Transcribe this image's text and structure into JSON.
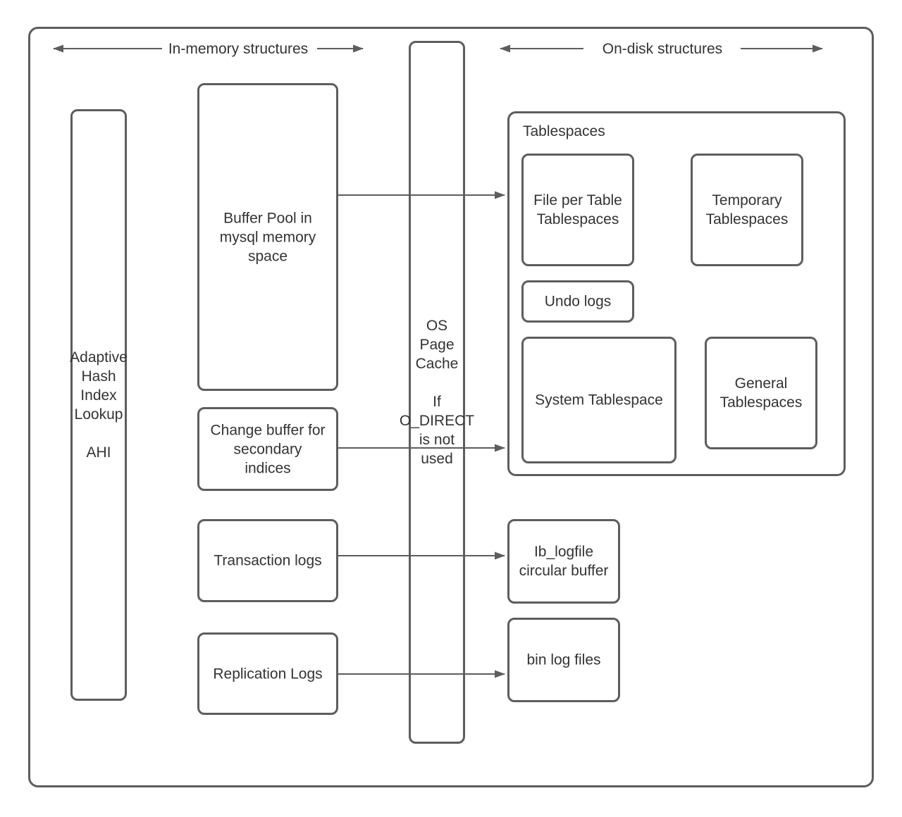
{
  "header": {
    "in_memory_label": "In-memory structures",
    "on_disk_label": "On-disk structures"
  },
  "boxes": {
    "ahi": "Adaptive\nHash\nIndex\nLookup\n\nAHI",
    "buffer_pool": "Buffer Pool in\nmysql memory\nspace",
    "change_buffer": "Change buffer for\nsecondary\nindices",
    "transaction_logs": "Transaction logs",
    "replication_logs": "Replication Logs",
    "os_page_cache": "OS\nPage\nCache\n\nIf\nO_DIRECT\nis not\nused",
    "tablespaces_label": "Tablespaces",
    "file_per_table": "File per Table\nTablespaces",
    "temporary_tablespaces": "Temporary\nTablespaces",
    "undo_logs": "Undo logs",
    "system_tablespace": "System Tablespace",
    "general_tablespaces": "General\nTablespaces",
    "ib_logfile": "Ib_logfile\ncircular buffer",
    "bin_log_files": "bin log files"
  },
  "colors": {
    "stroke": "#5d5d5d",
    "text": "#333333",
    "background": "#ffffff"
  }
}
